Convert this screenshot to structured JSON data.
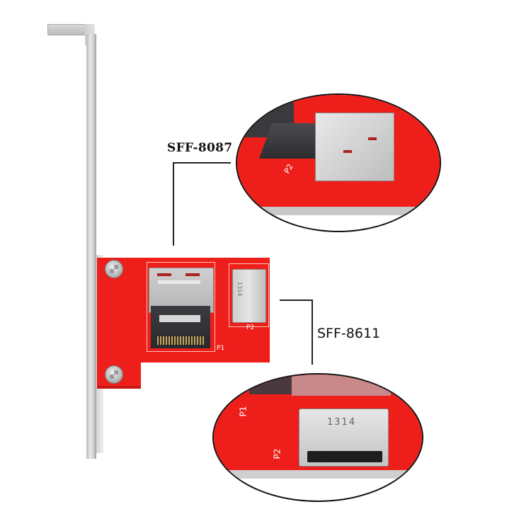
{
  "image": {
    "subject": "SFF-8087 to SFF-8611 adapter card on PCIe bracket",
    "colors": {
      "pcb": "#ee1f1a",
      "bracket": "#c8c8c8",
      "background": "#ffffff",
      "callout_line": "#222222"
    }
  },
  "callouts": {
    "top": {
      "label": "SFF-8087"
    },
    "bottom": {
      "label": "SFF-8611"
    }
  },
  "board": {
    "connector_p1": {
      "silk_label": "P1",
      "type": "SFF-8087"
    },
    "connector_p2": {
      "silk_label": "P2",
      "type": "SFF-8611",
      "marking": "1314"
    }
  },
  "zoom_top": {
    "silk_label": "P2"
  },
  "zoom_bottom": {
    "silk_labels": [
      "P1",
      "P2"
    ],
    "marking": "1314"
  }
}
